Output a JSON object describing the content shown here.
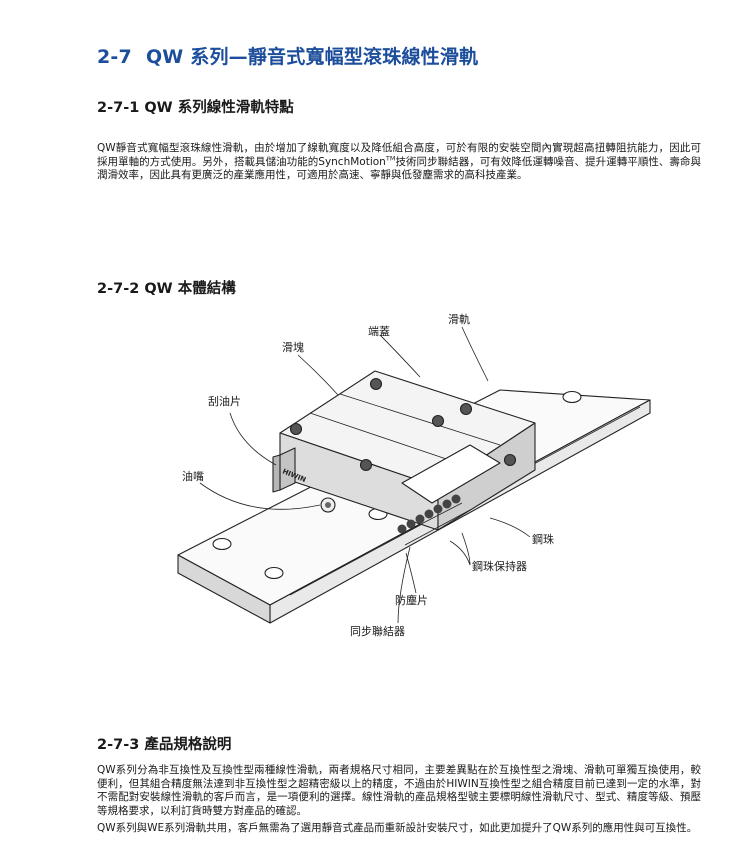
{
  "header": {
    "number": "2-7",
    "title": "QW 系列—靜音式寬幅型滾珠線性滑軌"
  },
  "sections": [
    {
      "heading": "2-7-1 QW 系列線性滑軌特點",
      "paragraph_before_tm": "QW靜音式寬幅型滾珠線性滑軌，由於增加了線軌寬度以及降低組合高度，可於有限的安裝空間內實現超高扭轉阻抗能力，因此可採用單軸的方式使用。另外，搭載具儲油功能的SynchMotion",
      "tm": "TM",
      "paragraph_after_tm": "技術同步聯結器，可有效降低運轉噪音、提升運轉平順性、壽命與潤滑效率，因此具有更廣泛的產業應用性，可適用於高速、寧靜與低發塵需求的高科技產業。"
    },
    {
      "heading": "2-7-2 QW 本體結構"
    },
    {
      "heading": "2-7-3 產品規格說明",
      "paragraph_1": "QW系列分為非互換性及互換性型兩種線性滑軌，兩者規格尺寸相同，主要差異點在於互換性型之滑塊、滑軌可單獨互換使用，較便利，但其組合精度無法達到非互換性型之超精密級以上的精度，不過由於HIWIN互換性型之組合精度目前已達到一定的水準，對不需配對安裝線性滑軌的客戶而言，是一項便利的選擇。線性滑軌的產品規格型號主要標明線性滑軌尺寸、型式、精度等級、預壓等規格要求，以利訂貨時雙方對產品的確認。",
      "paragraph_2": "QW系列與WE系列滑軌共用，客戶無需為了選用靜音式產品而重新設計安裝尺寸，如此更加提升了QW系列的應用性與可互換性。"
    }
  ],
  "diagram": {
    "labels": {
      "rail": "滑軌",
      "end_cap": "端蓋",
      "block": "滑塊",
      "scraper": "刮油片",
      "grease_nipple": "油嘴",
      "steel_ball": "鋼珠",
      "ball_retainer": "鋼珠保持器",
      "dust_seal": "防塵片",
      "synch_connector": "同步聯結器"
    },
    "brand_mark": "HIWIN"
  },
  "colors": {
    "title": "#1c4e9c",
    "text": "#1a1a1a"
  }
}
